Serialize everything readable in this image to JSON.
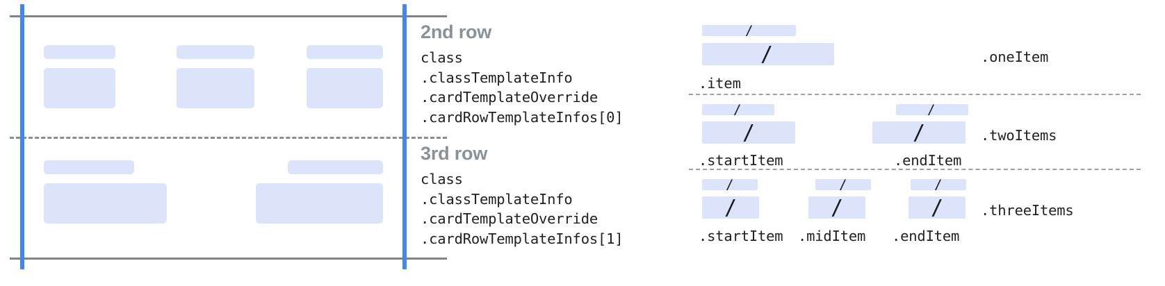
{
  "colors": {
    "placeholder_fill": "#dbe4fa",
    "guide_blue": "#4285f4",
    "rule_gray": "#808285",
    "row_title_gray": "#8b9199",
    "code_text": "#202124",
    "dashed_gray": "#9aa0a6",
    "background": "#ffffff"
  },
  "left_diagram": {
    "name": "card-row-template-preview",
    "rows": [
      {
        "name": "second-row-preview",
        "cells": [
          {
            "title_placeholder": "",
            "body_placeholder": ""
          },
          {
            "title_placeholder": "",
            "body_placeholder": ""
          },
          {
            "title_placeholder": "",
            "body_placeholder": ""
          }
        ]
      },
      {
        "name": "third-row-preview",
        "cells": [
          {
            "title_placeholder": "",
            "body_placeholder": ""
          },
          {
            "title_placeholder": "",
            "body_placeholder": ""
          }
        ]
      }
    ]
  },
  "annotations": [
    {
      "title": "2nd row",
      "code": [
        "class",
        ".classTemplateInfo",
        ".cardTemplateOverride",
        ".cardRowTemplateInfos[0]"
      ]
    },
    {
      "title": "3rd row",
      "code": [
        "class",
        ".classTemplateInfo",
        ".cardTemplateOverride",
        ".cardRowTemplateInfos[1]"
      ]
    }
  ],
  "right_panel": {
    "glyph": "/",
    "groups": [
      {
        "group_label": ".oneItem",
        "items": [
          {
            "caption": ".item"
          }
        ]
      },
      {
        "group_label": ".twoItems",
        "items": [
          {
            "caption": ".startItem"
          },
          {
            "caption": ".endItem"
          }
        ]
      },
      {
        "group_label": ".threeItems",
        "items": [
          {
            "caption": ".startItem"
          },
          {
            "caption": ".midItem"
          },
          {
            "caption": ".endItem"
          }
        ]
      }
    ]
  }
}
